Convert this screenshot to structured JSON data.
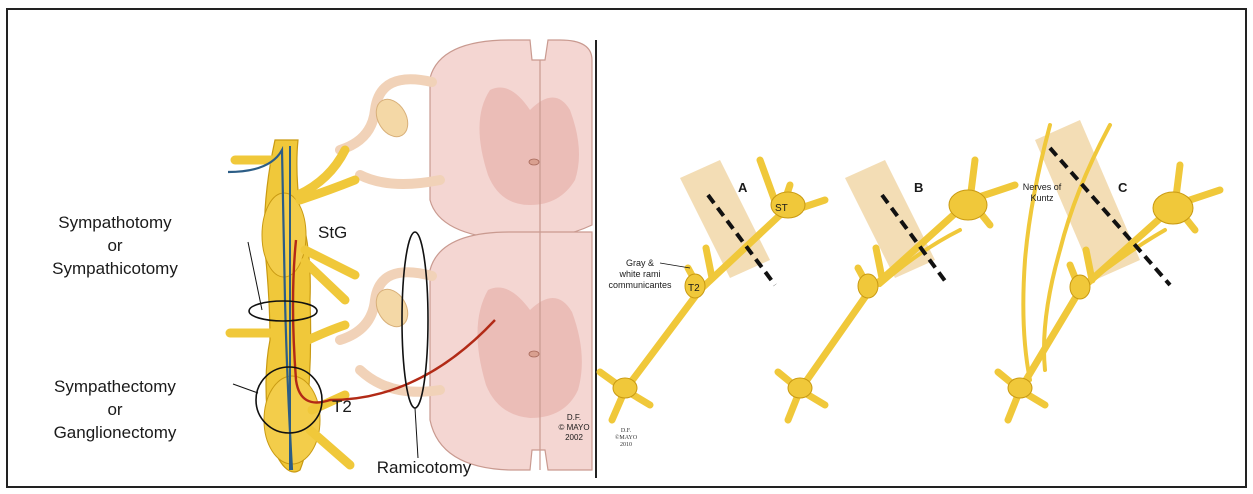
{
  "colors": {
    "frame": "#222222",
    "nerve": "#f0c83a",
    "nerve_outline": "#c99a12",
    "cord": "#f4d6d2",
    "cord_inner": "#e9b6b0",
    "fiber_blue": "#2c5d86",
    "fiber_red": "#b22a16",
    "band": "#f1d7a8",
    "cut_line": "#111111"
  },
  "left_panel": {
    "labels": {
      "sympathotomy_1": "Sympathotomy",
      "sympathotomy_2": "or",
      "sympathotomy_3": "Sympathicotomy",
      "sympathectomy_1": "Sympathectomy",
      "sympathectomy_2": "or",
      "sympathectomy_3": "Ganglionectomy",
      "stg": "StG",
      "t2": "T2",
      "ramicotomy": "Ramicotomy"
    },
    "credit": {
      "line1": "D.F.",
      "line2": "© MAYO",
      "line3": "2002"
    }
  },
  "right_panel": {
    "letters": {
      "a": "A",
      "b": "B",
      "c": "C"
    },
    "labels": {
      "st": "ST",
      "t2": "T2",
      "rami_1": "Gray &",
      "rami_2": "white rami",
      "rami_3": "communicantes",
      "kuntz_1": "Nerves of",
      "kuntz_2": "Kuntz"
    },
    "credit": {
      "line1": "D.F.",
      "line2": "©MAYO",
      "line3": "2010"
    }
  }
}
